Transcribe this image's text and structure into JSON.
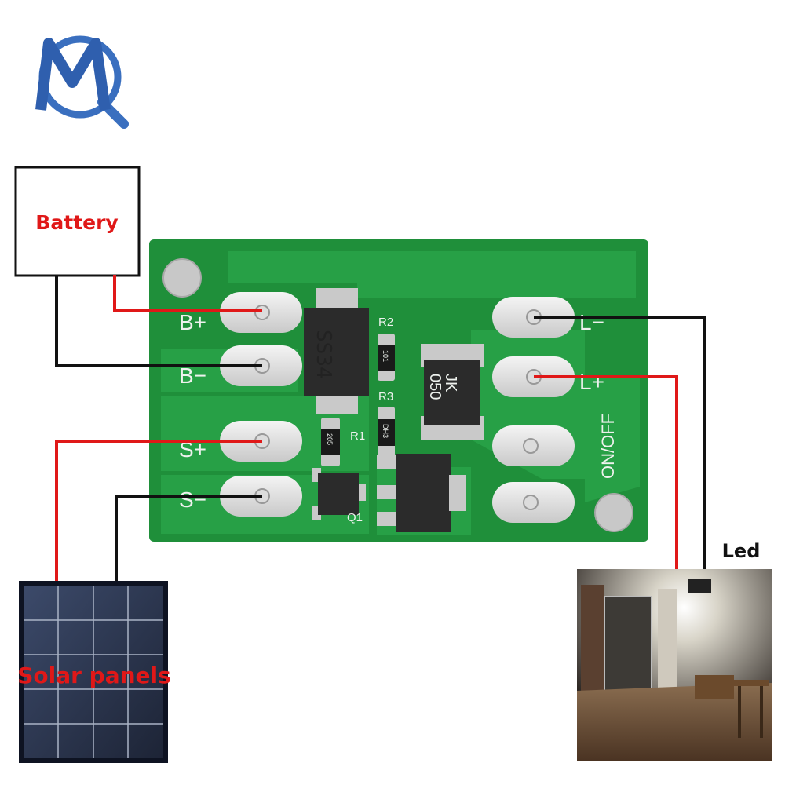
{
  "labels": {
    "battery": "Battery",
    "solar": "Solar panels",
    "led": "Led"
  },
  "pcb": {
    "pins_left": [
      "B+",
      "B−",
      "S+",
      "S−"
    ],
    "pins_right": [
      "L−",
      "L+"
    ],
    "switch": "ON/OFF",
    "r2": "R2",
    "r3": "R3",
    "r1": "R1",
    "q1": "Q1",
    "r2_code": "101",
    "r3_code": "DH3",
    "r1_code": "205",
    "diode": "SS34",
    "ic_line1": "JK",
    "ic_line2": "050"
  },
  "logo": {
    "letter": "M",
    "icon": "mq-brand-logo"
  },
  "colors": {
    "pcb_green": "#1f8f3a",
    "trace_green": "#27a046",
    "wire_red": "#e01818",
    "wire_black": "#111111",
    "logo_blue": "#2f5fae"
  }
}
